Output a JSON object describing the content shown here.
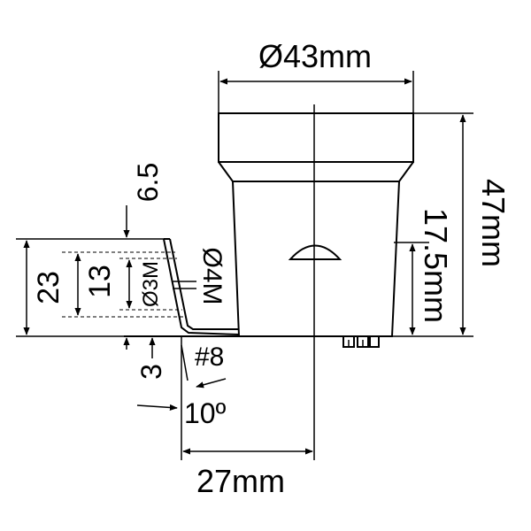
{
  "dimensions": {
    "top_diameter": "Ø43mm",
    "height_total": "47mm",
    "height_mid": "17.5mm",
    "width_bottom": "27mm",
    "tab_height": "23",
    "tab_mid": "13",
    "tab_top": "6.5",
    "tab_bottom": "3",
    "hole_m3": "Ø3M",
    "hole_m4": "Ø4M",
    "gauge": "#8",
    "angle": "10º"
  },
  "colors": {
    "line": "#000000",
    "background": "#ffffff"
  }
}
